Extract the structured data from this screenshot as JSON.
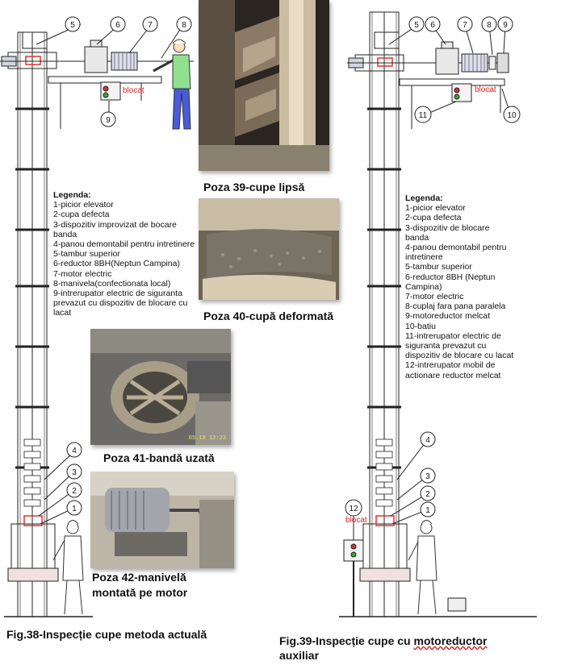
{
  "left_figure": {
    "legend_title": "Legenda:",
    "legend_items": [
      "1-picior elevator",
      "2-cupa defecta",
      "3-dispozitiv improvizat de bocare banda",
      "4-panou demontabil pentru intretinere",
      "5-tambur superior",
      "6-reductor 8BH(Neptun Campina)",
      "7-motor electric",
      "8-manivela(confectionata local)",
      "9-intrerupator electric de siguranta prevazut cu dispozitiv de blocare cu lacat"
    ],
    "blocat_label": "blocat",
    "callouts": [
      "1",
      "2",
      "3",
      "4",
      "5",
      "6",
      "7",
      "8",
      "9"
    ],
    "caption": "Fig.38-Inspecție cupe metoda actuală"
  },
  "photos": [
    {
      "caption": "Poza 39-cupe lipsă"
    },
    {
      "caption": "Poza 40-cupă deformată"
    },
    {
      "caption": "Poza 41-bandă uzată",
      "timestamp": "05.18 12:23"
    },
    {
      "caption_line1": "Poza 42-manivelă",
      "caption_line2": "montată pe motor"
    }
  ],
  "right_figure": {
    "legend_title": "Legenda:",
    "legend_items": [
      "1-picior elevator",
      "2-cupa defecta",
      "3-dispozitiv de blocare banda",
      "4-panou demontabil pentru intretinere",
      "5-tambur superior",
      "6-reductor 8BH (Neptun Campina)",
      "7-motor electric",
      "8-cuplaj fara pana paralela",
      "9-motoreductor melcat",
      "10-batiu",
      "11-intrerupator electric de siguranta prevazut cu dispozitiv de blocare cu lacat",
      "12-intrerupator mobil de actionare reductor melcat"
    ],
    "blocat_label_top": "blocat",
    "blocat_label_bottom": "blocat",
    "callouts": [
      "1",
      "2",
      "3",
      "4",
      "5",
      "6",
      "7",
      "8",
      "9",
      "10",
      "11",
      "12"
    ],
    "caption_part1": "Fig.39-Inspecție cupe cu ",
    "caption_part2": "motoreductor",
    "caption_line2": "auxiliar"
  },
  "colors": {
    "worker_green": "#8fe08f",
    "worker_blue": "#4a5ad8",
    "blocat_red": "#e02020",
    "bucket_red": "#e03030"
  }
}
